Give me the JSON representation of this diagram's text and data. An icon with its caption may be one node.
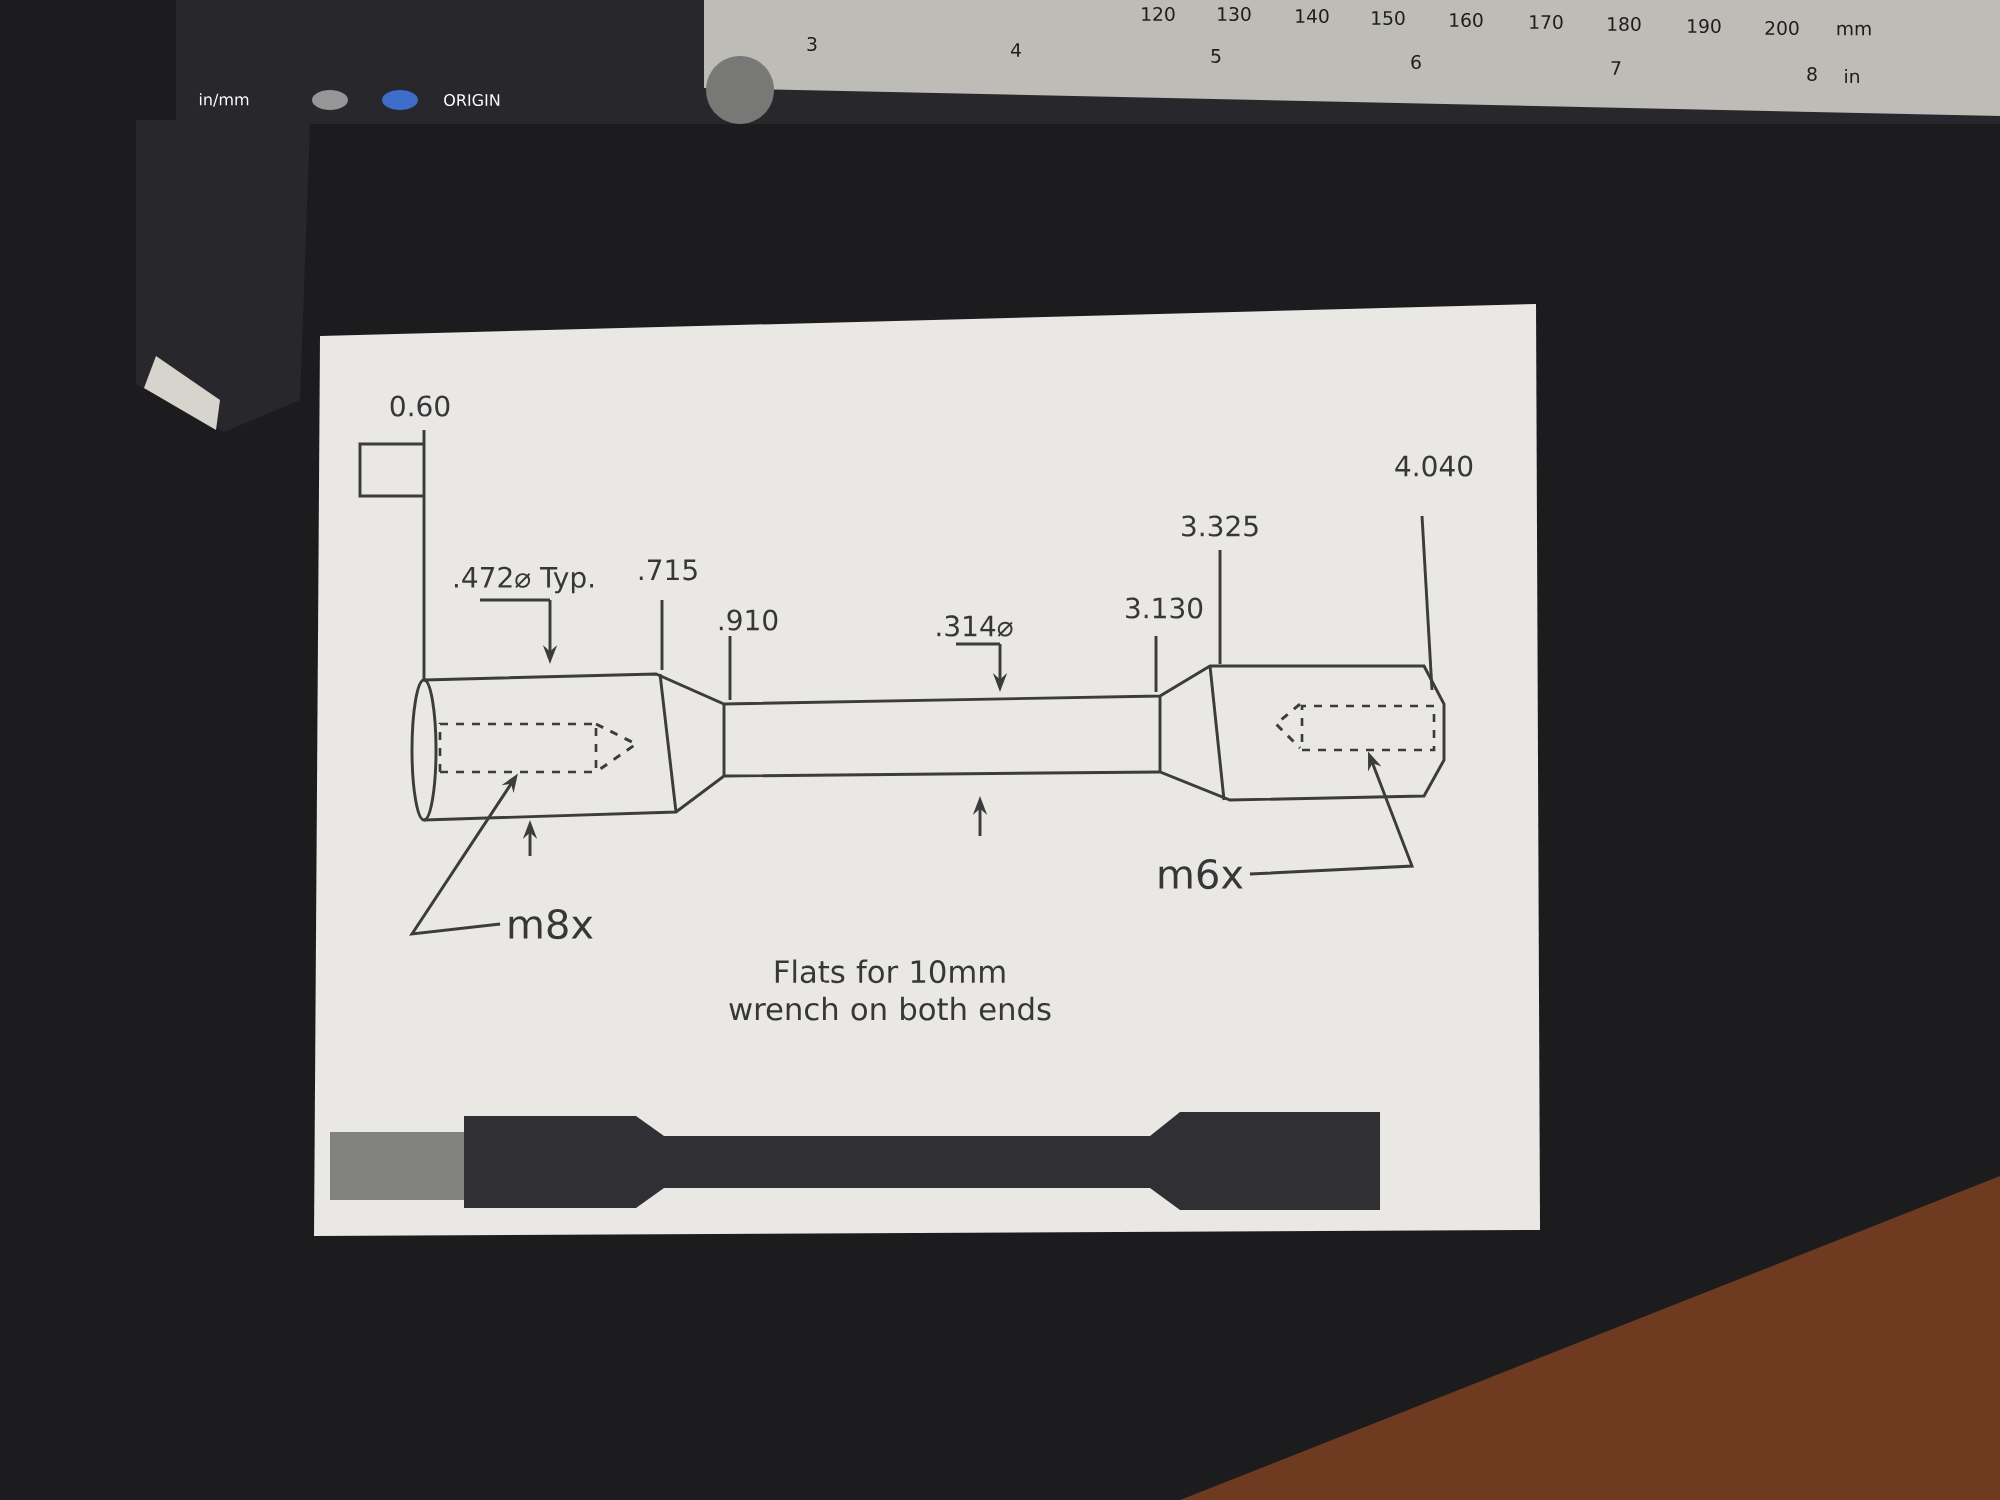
{
  "diagram": {
    "nodes": [
      {
        "text": [
          "m8x"
        ]
      },
      {
        "text": [],
        "shape": "box"
      },
      {
        "text": [
          "m6x"
        ]
      },
      {
        "text": [],
        "shape": "box"
      }
    ],
    "edges": [
      {
        "from": 0,
        "to": 1,
        "arrow": "to"
      },
      {
        "from": 2,
        "to": 3,
        "arrow": "to"
      }
    ],
    "labels": [
      "120",
      "130",
      "140",
      "150",
      "160",
      "170",
      "180",
      "190",
      "200",
      "mm",
      "3",
      "4",
      "5",
      "6",
      "7",
      "8",
      "in",
      "in/mm",
      "ORIGIN",
      "0.60",
      "4.040",
      "3.325",
      ".472⌀ Typ.",
      ".715",
      ".910",
      ".314⌀",
      "3.130",
      "Flats for 10mm wrench on both ends"
    ]
  }
}
